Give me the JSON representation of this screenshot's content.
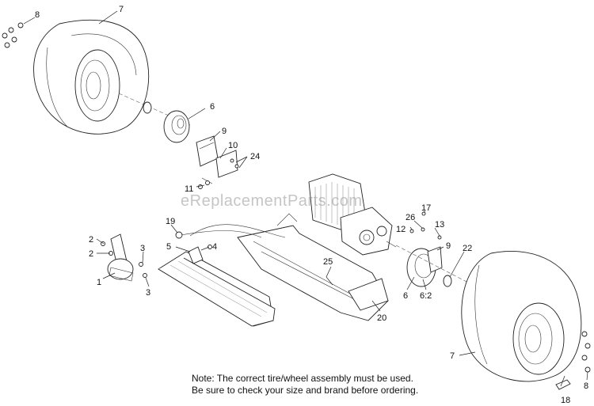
{
  "diagram": {
    "callouts": {
      "c1": "1",
      "c2a": "2",
      "c2b": "2",
      "c3a": "3",
      "c3b": "3",
      "c4": "4",
      "c5": "5",
      "c6a": "6",
      "c6b": "6",
      "c6_2": "6:2",
      "c7a": "7",
      "c7b": "7",
      "c8a": "8",
      "c8b": "8",
      "c9a": "9",
      "c9b": "9",
      "c10": "10",
      "c11": "11",
      "c12": "12",
      "c13": "13",
      "c17": "17",
      "c18": "18",
      "c19": "19",
      "c20": "20",
      "c22": "22",
      "c24": "24",
      "c25": "25",
      "c26": "26"
    },
    "watermark": "eReplacementParts.com",
    "note_line1": "Note: The correct tire/wheel assembly must be used.",
    "note_line2": "Be sure to check your size and brand before ordering."
  }
}
